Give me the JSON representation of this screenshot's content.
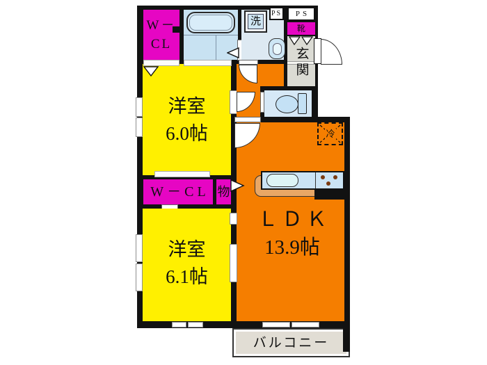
{
  "title": "apartment-floor-plan",
  "colors": {
    "wall": "#121212",
    "closet_magenta": "#e606c3",
    "room_yellow": "#fff000",
    "room_orange": "#f57e00",
    "water_blue": "#c8e2f2",
    "laundry_blue": "#dde9f2",
    "toilet_blue": "#d6e8f6",
    "fixture_blue": "#c4e1f5",
    "hall_gray": "#dbdbd4",
    "balcony_gray": "#e1ddd4",
    "counter_tan": "#e9a765"
  },
  "rooms": {
    "wcl_top": {
      "line1": "W－",
      "line2": "CL"
    },
    "laundry": {
      "washer": "洗"
    },
    "ps_small": {
      "label": "PS"
    },
    "ps_large": {
      "label": "PS"
    },
    "shoe": {
      "label": "靴"
    },
    "entrance": {
      "label": "玄関"
    },
    "bedroom1": {
      "name": "洋室",
      "size": "6.0帖"
    },
    "bedroom2": {
      "name": "洋室",
      "size": "6.1帖"
    },
    "wcl_mid": {
      "label": "W－CL"
    },
    "storage": {
      "label": "物"
    },
    "ldk": {
      "name": "ＬＤＫ",
      "size": "13.9帖"
    },
    "fridge": {
      "label": "冷"
    },
    "balcony": {
      "label": "バルコニー"
    }
  }
}
